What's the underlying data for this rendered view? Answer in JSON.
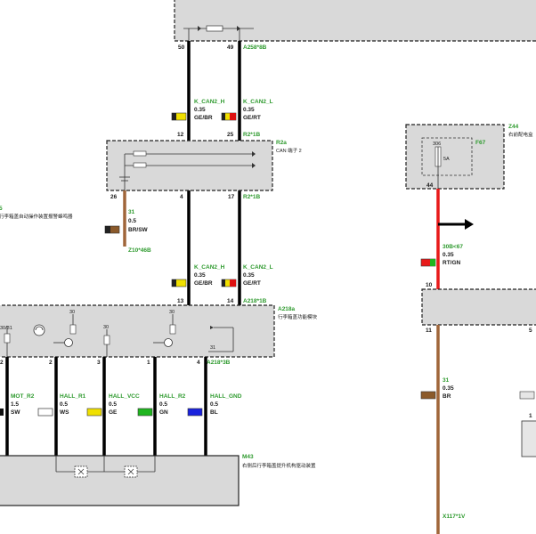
{
  "top_module": {
    "pin_left": "50",
    "pin_right": "49",
    "connector": "A258*8B"
  },
  "wires_top": {
    "left": {
      "name": "K_CAN2_H",
      "size": "0.35",
      "color": "GE/BR"
    },
    "right": {
      "name": "K_CAN2_L",
      "size": "0.35",
      "color": "GE/RT"
    }
  },
  "r2a": {
    "code": "R2a",
    "name": "CAN 端子 2",
    "pin_top_left": "12",
    "pin_top_right": "25",
    "connector_top": "R2*1B",
    "pin_bottom_ground": "26",
    "pin_bottom_left": "4",
    "pin_bottom_right": "17",
    "connector_bottom": "R2*1B"
  },
  "ground_wire": {
    "number": "31",
    "size": "0.5",
    "color": "BR/SW",
    "ground_point": "Z10*46B"
  },
  "left_cut": {
    "code": "5",
    "description": "行李箱盖自动操作装置报警蜂鸣器"
  },
  "wires_mid": {
    "left": {
      "name": "K_CAN2_H",
      "size": "0.35",
      "color": "GE/BR"
    },
    "right": {
      "name": "K_CAN2_L",
      "size": "0.35",
      "color": "GE/RT"
    }
  },
  "a218a": {
    "code": "A218a",
    "name": "行李箱盖功能模块",
    "pin_top_left": "13",
    "pin_top_right": "14",
    "connector_top": "A218*1B",
    "inner_label_30_31": "30/31",
    "inner_label_30": "30",
    "inner_label_31": "31",
    "pins_bottom": [
      "2",
      "2",
      "3",
      "1",
      "4"
    ],
    "connector_bottom": "A218*3B"
  },
  "motor_wires": [
    {
      "name": "MOT_R2",
      "size": "1.5",
      "color": "SW"
    },
    {
      "name": "HALL_R1",
      "size": "0.5",
      "color": "WS"
    },
    {
      "name": "HALL_VCC",
      "size": "0.5",
      "color": "GE"
    },
    {
      "name": "HALL_R2",
      "size": "0.5",
      "color": "GN"
    },
    {
      "name": "HALL_GND",
      "size": "0.5",
      "color": "BL"
    }
  ],
  "m43": {
    "code": "M43",
    "name": "右侧后行李箱盖提升机构驱动装置"
  },
  "z44": {
    "code": "Z44",
    "name": "右前配电盒",
    "fuse": "F67",
    "fuse_terminal": "306",
    "fuse_rating": "5A",
    "pin": "44"
  },
  "supply_wire": {
    "name": "30B<67",
    "size": "0.35",
    "color": "RT/GN"
  },
  "right_module": {
    "pin_top": "10",
    "pin_bottom_left": "11",
    "pin_bottom_right": "5"
  },
  "right_ground_wire": {
    "number": "31",
    "size": "0.35",
    "color": "BR",
    "connector": "X117*1V"
  },
  "right_partial": {
    "pin": "1"
  },
  "colors": {
    "module_fill": "#d9d9d9",
    "label_green": "#2e9a2e",
    "wire_black": "#000000",
    "wire_red": "#e81a1a",
    "wire_brown": "#a0663a"
  }
}
